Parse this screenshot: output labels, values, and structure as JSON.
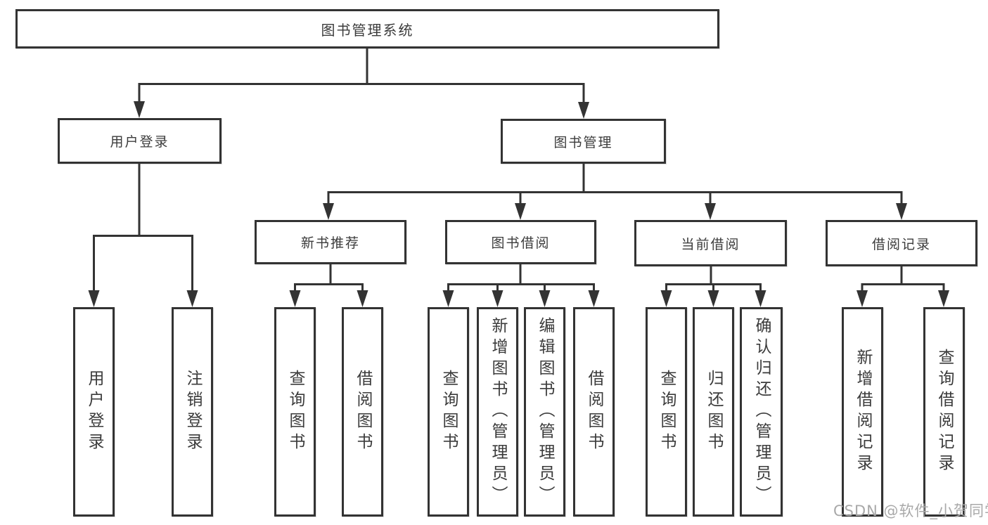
{
  "diagram": {
    "root": {
      "label": "图书管理系统"
    },
    "level2": [
      {
        "label": "用户登录"
      },
      {
        "label": "图书管理"
      }
    ],
    "level3": [
      {
        "label": "新书推荐"
      },
      {
        "label": "图书借阅"
      },
      {
        "label": "当前借阅"
      },
      {
        "label": "借阅记录"
      }
    ],
    "groups": {
      "user_login": [
        "用户登录",
        "注销登录"
      ],
      "new_book": [
        "查询图书",
        "借阅图书"
      ],
      "book_borrow": [
        "查询图书",
        "新增图书（管理员）",
        "编辑图书（管理员）",
        "借阅图书"
      ],
      "current_borrow": [
        "查询图书",
        "归还图书",
        "确认归还（管理员）"
      ],
      "borrow_record": [
        "新增借阅记录",
        "查询借阅记录"
      ]
    },
    "colors": {
      "line": "#333333",
      "box_background": "#ffffff",
      "text": "#3b3b3b",
      "watermark": "#a9a9a9"
    },
    "watermark": "CSDN @软件_小贺同学"
  }
}
